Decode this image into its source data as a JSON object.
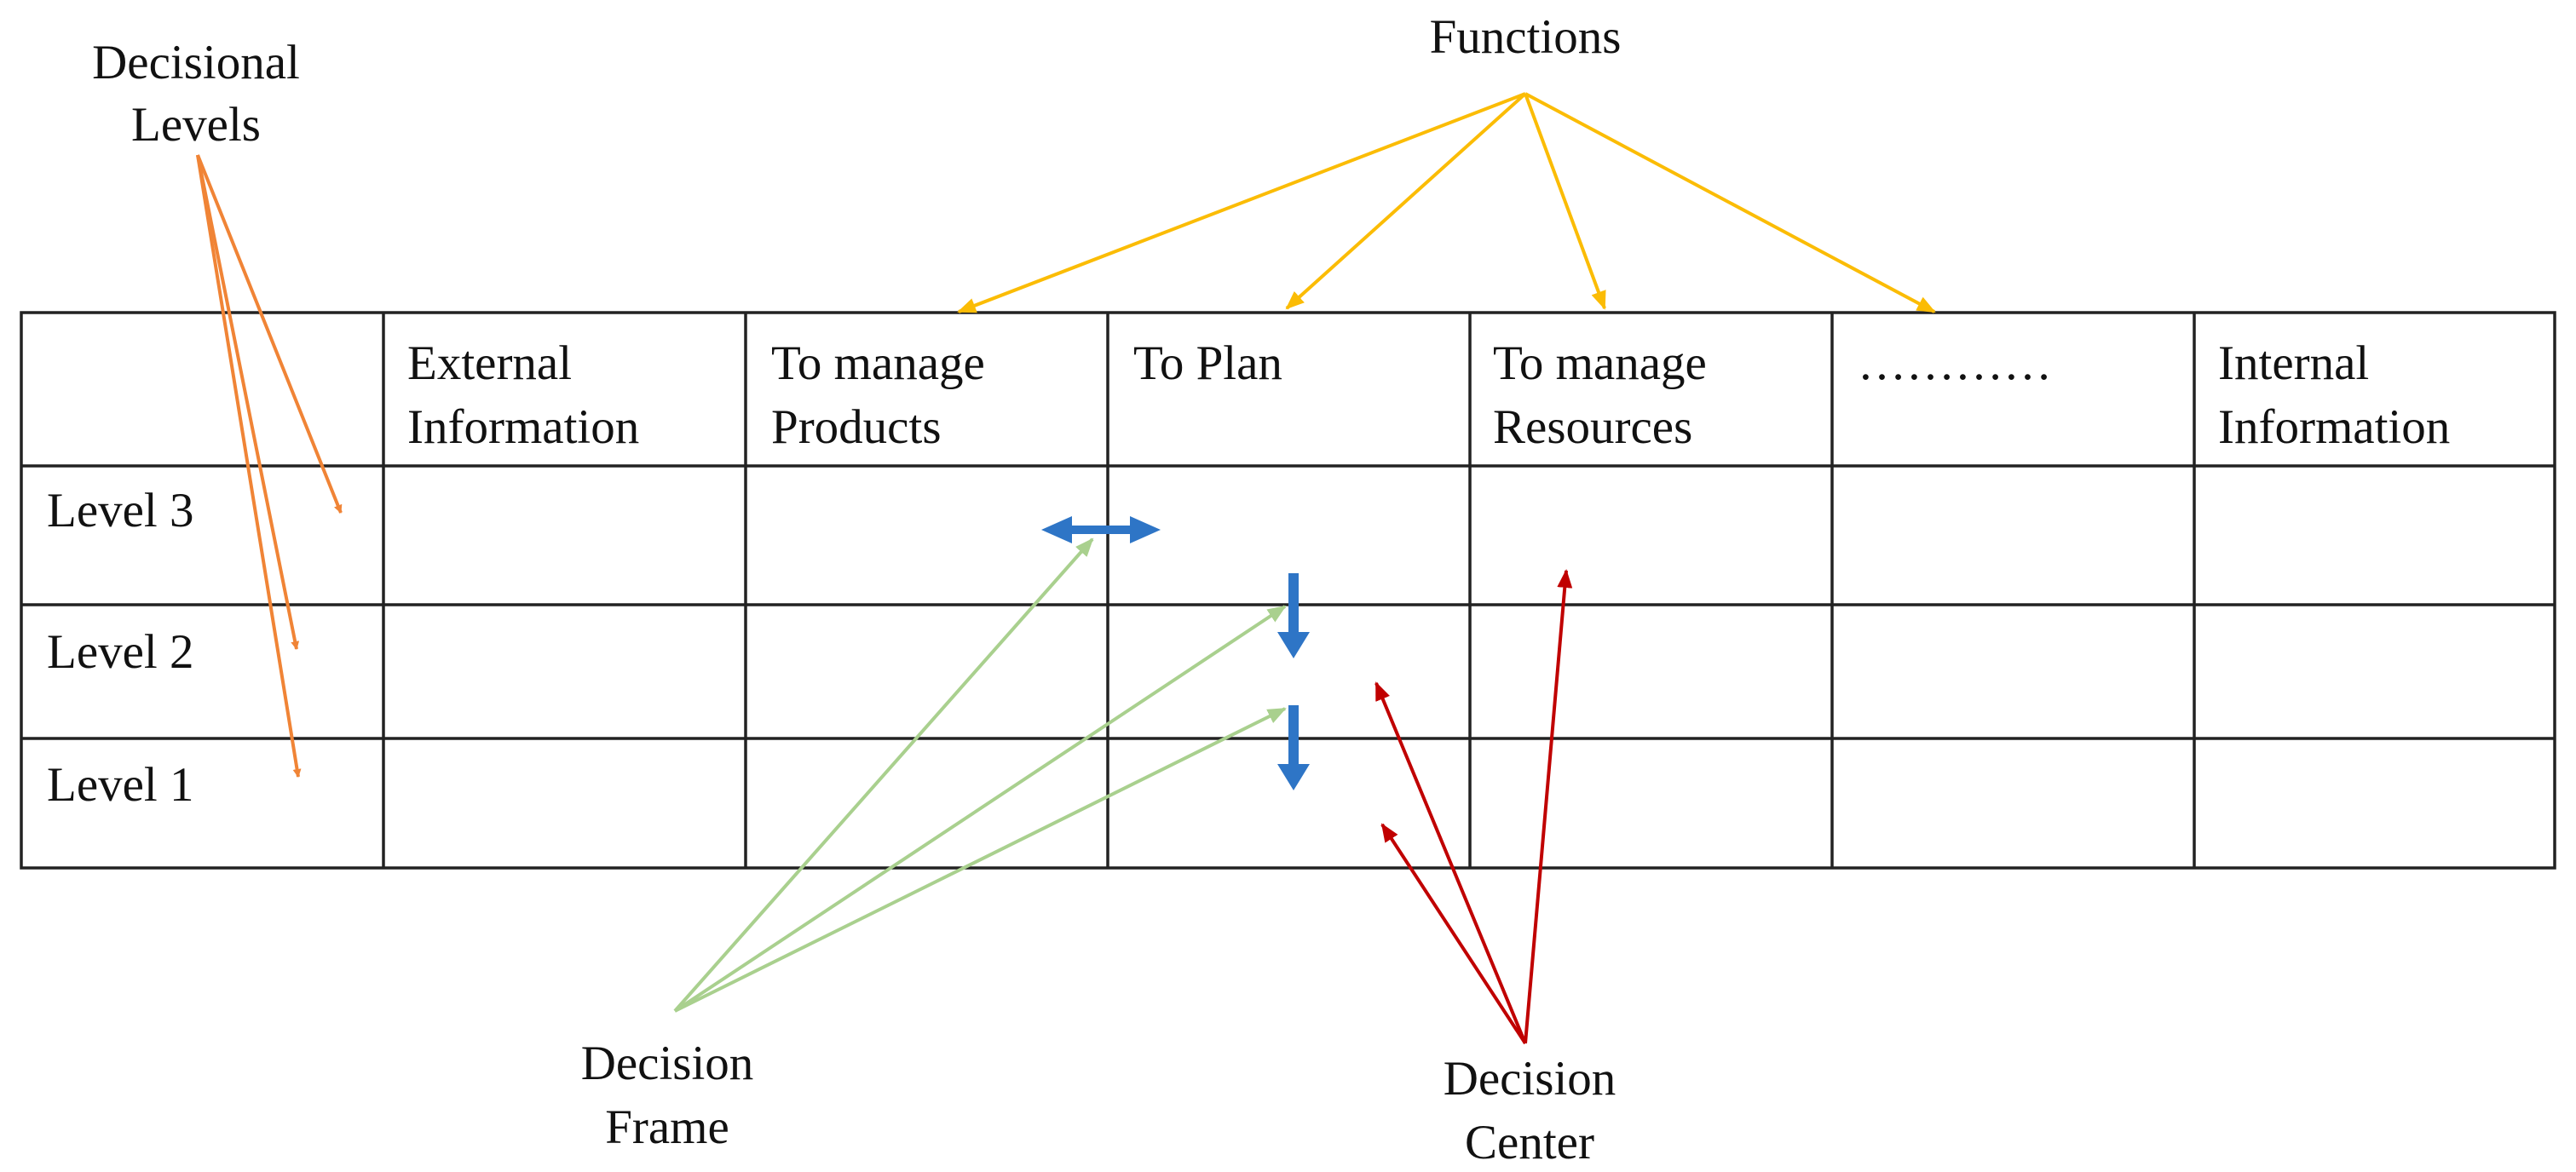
{
  "title_labels": {
    "decisional_levels": [
      "Decisional",
      "Levels"
    ],
    "functions": "Functions",
    "decision_frame": [
      "Decision",
      "Frame"
    ],
    "decision_center": [
      "Decision",
      "Center"
    ]
  },
  "grid": {
    "columns": [
      [
        "External",
        "Information"
      ],
      [
        "To manage",
        "Products"
      ],
      [
        "To Plan"
      ],
      [
        "To manage",
        "Resources"
      ],
      [
        "…………"
      ],
      [
        "Internal",
        "Information"
      ]
    ],
    "rows": [
      "Level 3",
      "Level 2",
      "Level 1"
    ]
  },
  "colors": {
    "levels_arrows": "#f08436",
    "functions_arrows": "#fbbc05",
    "frame_arrows": "#a9d08e",
    "center_arrows": "#c00000",
    "flow_arrows": "#2e75c6",
    "grid": "#222222"
  }
}
